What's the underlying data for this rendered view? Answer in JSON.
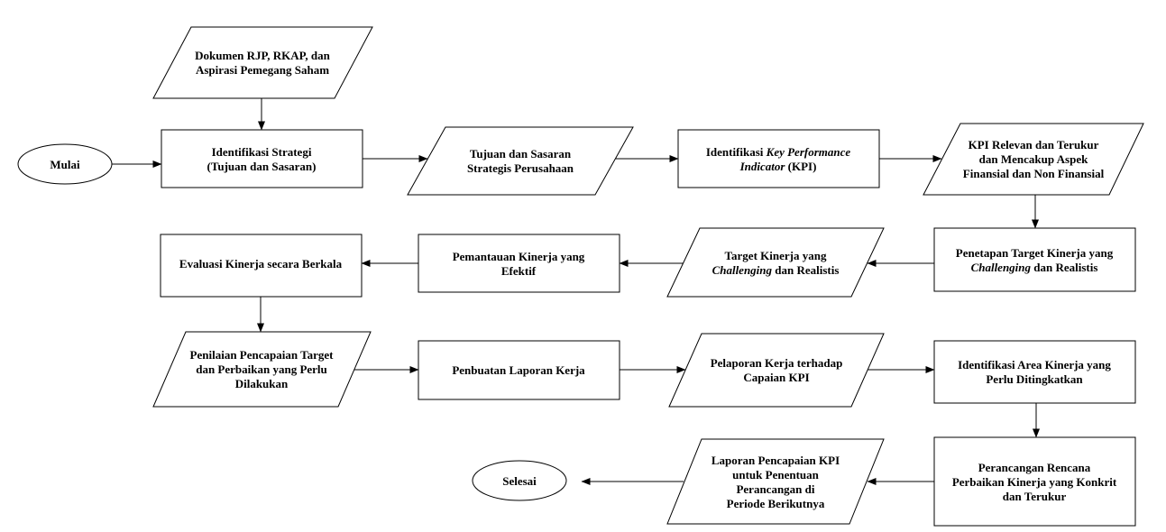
{
  "nodes": {
    "mulai": {
      "lines": [
        [
          {
            "t": "Mulai"
          }
        ]
      ]
    },
    "dokumen": {
      "lines": [
        [
          {
            "t": "Dokumen RJP, RKAP, dan"
          }
        ],
        [
          {
            "t": "Aspirasi Pemegang Saham"
          }
        ]
      ]
    },
    "identifikasi_strategi": {
      "lines": [
        [
          {
            "t": "Identifikasi Strategi"
          }
        ],
        [
          {
            "t": "(Tujuan dan Sasaran)"
          }
        ]
      ]
    },
    "tujuan_sasaran": {
      "lines": [
        [
          {
            "t": "Tujuan dan Sasaran"
          }
        ],
        [
          {
            "t": "Strategis Perusahaan"
          }
        ]
      ]
    },
    "identifikasi_kpi": {
      "lines": [
        [
          {
            "t": "Identifikasi "
          },
          {
            "t": "Key Performance",
            "i": true
          }
        ],
        [
          {
            "t": "Indicator",
            "i": true
          },
          {
            "t": " (KPI)"
          }
        ]
      ]
    },
    "kpi_relevan": {
      "lines": [
        [
          {
            "t": "KPI Relevan dan Terukur"
          }
        ],
        [
          {
            "t": "dan Mencakup Aspek"
          }
        ],
        [
          {
            "t": "Finansial dan Non Finansial"
          }
        ]
      ]
    },
    "penetapan_target": {
      "lines": [
        [
          {
            "t": "Penetapan Target Kinerja yang"
          }
        ],
        [
          {
            "t": "Challenging",
            "i": true
          },
          {
            "t": " dan Realistis"
          }
        ]
      ]
    },
    "target_kinerja": {
      "lines": [
        [
          {
            "t": "Target Kinerja yang"
          }
        ],
        [
          {
            "t": "Challenging",
            "i": true
          },
          {
            "t": " dan Realistis"
          }
        ]
      ]
    },
    "pemantauan": {
      "lines": [
        [
          {
            "t": "Pemantauan Kinerja yang"
          }
        ],
        [
          {
            "t": "Efektif"
          }
        ]
      ]
    },
    "evaluasi": {
      "lines": [
        [
          {
            "t": "Evaluasi Kinerja secara Berkala"
          }
        ]
      ]
    },
    "penilaian": {
      "lines": [
        [
          {
            "t": "Penilaian Pencapaian Target"
          }
        ],
        [
          {
            "t": "dan Perbaikan yang Perlu"
          }
        ],
        [
          {
            "t": "Dilakukan"
          }
        ]
      ]
    },
    "pembuatan_laporan": {
      "lines": [
        [
          {
            "t": "Penbuatan Laporan Kerja"
          }
        ]
      ]
    },
    "pelaporan": {
      "lines": [
        [
          {
            "t": "Pelaporan Kerja terhadap"
          }
        ],
        [
          {
            "t": "Capaian KPI"
          }
        ]
      ]
    },
    "identifikasi_area": {
      "lines": [
        [
          {
            "t": "Identifikasi Area Kinerja yang"
          }
        ],
        [
          {
            "t": "Perlu Ditingkatkan"
          }
        ]
      ]
    },
    "perancangan": {
      "lines": [
        [
          {
            "t": "Perancangan Rencana"
          }
        ],
        [
          {
            "t": "Perbaikan Kinerja yang Konkrit"
          }
        ],
        [
          {
            "t": "dan Terukur"
          }
        ]
      ]
    },
    "laporan_pencapaian": {
      "lines": [
        [
          {
            "t": "Laporan Pencapaian KPI"
          }
        ],
        [
          {
            "t": "untuk Penentuan"
          }
        ],
        [
          {
            "t": "Perancangan di"
          }
        ],
        [
          {
            "t": "Periode Berikutnya"
          }
        ]
      ]
    },
    "selesai": {
      "lines": [
        [
          {
            "t": "Selesai"
          }
        ]
      ]
    }
  }
}
